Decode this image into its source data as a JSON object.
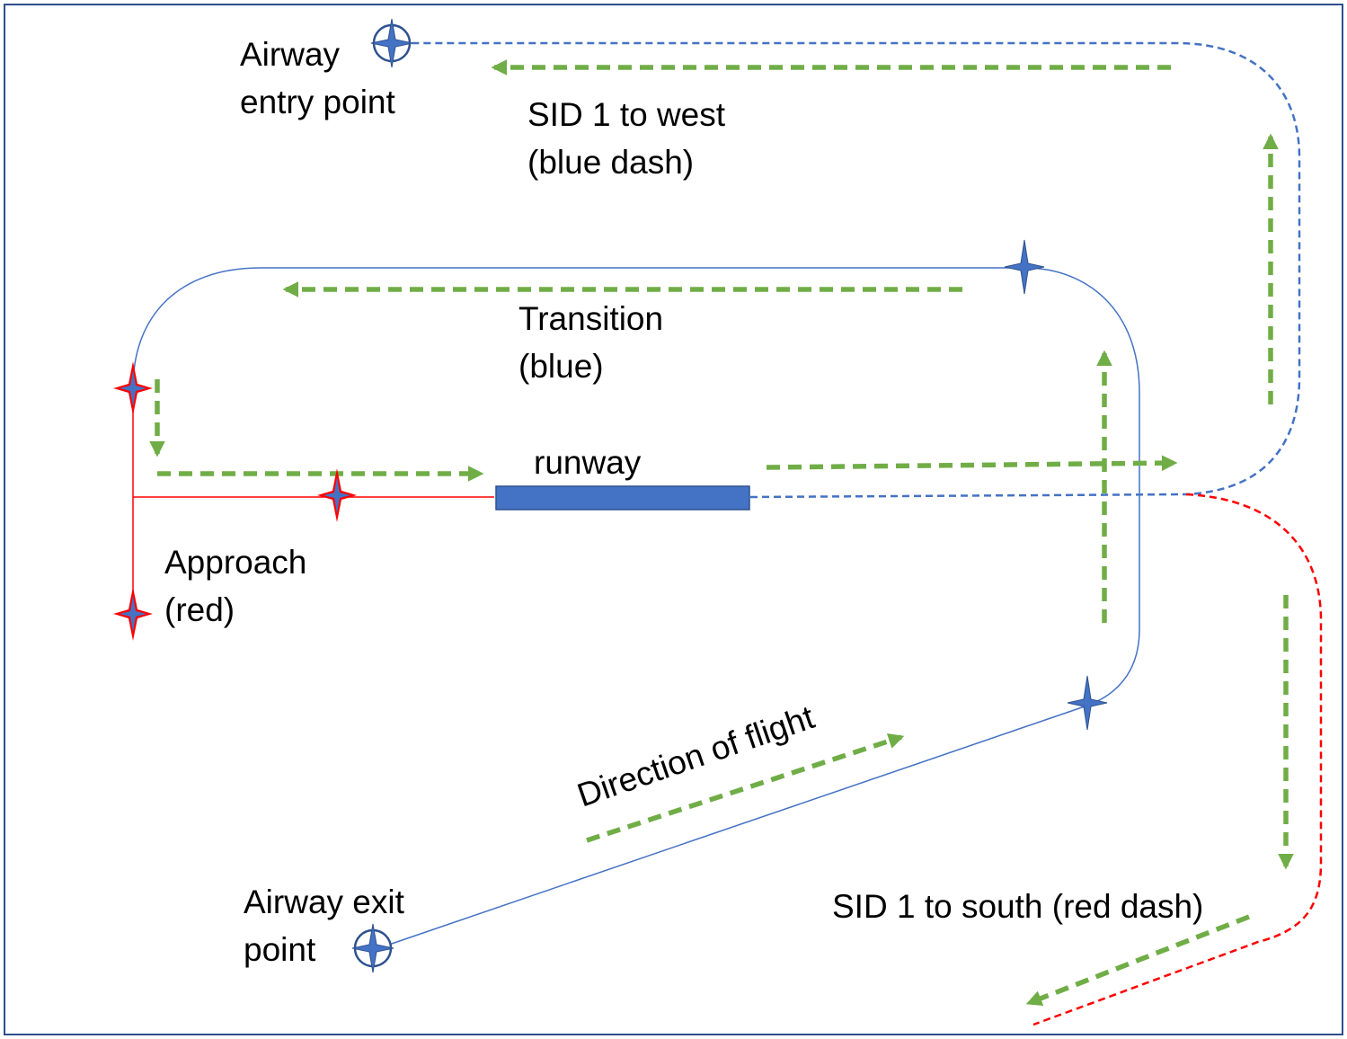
{
  "labels": {
    "entry_line1": "Airway",
    "entry_line2": "entry point",
    "sid_west_line1": "SID 1 to west",
    "sid_west_line2": "(blue dash)",
    "transition_line1": "Transition",
    "transition_line2": "(blue)",
    "runway": "runway",
    "approach_line1": "Approach",
    "approach_line2": "(red)",
    "direction": "Direction of flight",
    "exit_line1": "Airway exit",
    "exit_line2": "point",
    "sid_south": "SID 1 to south (red dash)"
  },
  "colors": {
    "frame": "#2f4f8f",
    "route_blue": "#4472c4",
    "route_red": "#ff0000",
    "arrow_green": "#70ad47",
    "runway_fill": "#4472c4",
    "runway_stroke": "#2f528f",
    "waypoint_fill": "#4472c4",
    "text": "#000000"
  },
  "icons": {
    "airway_point": "compass-waypoint-icon",
    "waypoint_blue": "four-point-star-icon",
    "waypoint_red": "red-outlined-four-point-star-icon"
  }
}
